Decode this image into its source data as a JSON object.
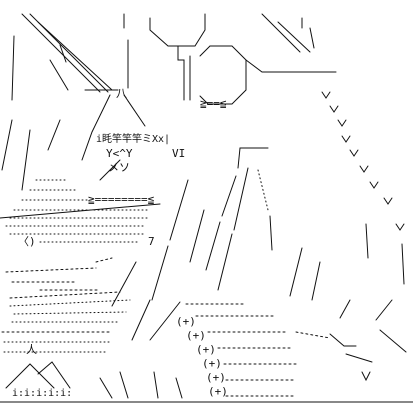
{
  "artwork": {
    "lines": {
      "face_row_1": "i眊竿竿竿ミXx|",
      "face_row_2": "Y<^Y",
      "face_row_3": "メソ",
      "face_row_side": "VI",
      "hood_top": "八",
      "lamp_bottom": "≧==≦",
      "shoulder_band": "≧========≦",
      "hand_mark": "7",
      "knee_mark": "〈)",
      "plus_1": "(+)",
      "plus_2": "(+)",
      "plus_3": "(+)",
      "plus_4": "(+)",
      "plus_5": "(+)",
      "plus_6": "(+)",
      "feet_row": "人",
      "feet_base": "i:i:i:i:i:"
    }
  }
}
